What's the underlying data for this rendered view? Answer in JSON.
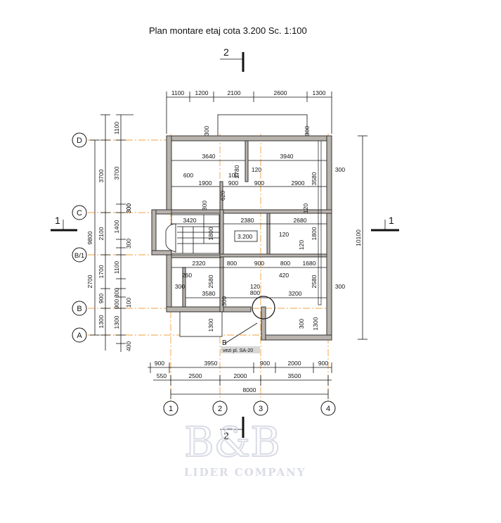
{
  "title": "Plan montare etaj cota 3.200 Sc. 1:100",
  "section_marks": {
    "top": "2",
    "bottom": "2",
    "left": "1",
    "right": "1"
  },
  "axes_letters": [
    "D",
    "C",
    "B/1",
    "B",
    "A"
  ],
  "axes_numbers": [
    "1",
    "2",
    "3",
    "4"
  ],
  "top_dims": [
    "1100",
    "1200",
    "2100",
    "2600",
    "1300"
  ],
  "bottom_dims_row1": [
    "900",
    "3950",
    "900",
    "2000",
    "900"
  ],
  "bottom_dims_row2": [
    "2500",
    "2000",
    "3500"
  ],
  "bottom_dims_offset": "550",
  "total_bottom": "8000",
  "left_outer": [
    "1100",
    "3700",
    "2100",
    "1700",
    "900",
    "1300"
  ],
  "left_outer_total": "9800",
  "left_inner": [
    "3700",
    "300",
    "1400",
    "300",
    "1100",
    "300",
    "100",
    "900",
    "1300",
    "400"
  ],
  "left_extra": [
    "2700"
  ],
  "right_total": "10100",
  "level": "3.200",
  "callout": {
    "letter": "B",
    "note": "vezi pl. SA-20"
  },
  "interior_dims": [
    "300",
    "300",
    "3640",
    "3940",
    "2780",
    "120",
    "300",
    "600",
    "100",
    "1900",
    "900",
    "900",
    "2900",
    "3580",
    "620",
    "300",
    "300",
    "120",
    "3420",
    "2380",
    "2680",
    "1800",
    "120",
    "1800",
    "120",
    "2320",
    "800",
    "900",
    "800",
    "1680",
    "260",
    "420",
    "300",
    "3580",
    "2580",
    "120",
    "2580",
    "300",
    "800",
    "3200",
    "300",
    "1300",
    "1300",
    "300"
  ],
  "watermark": {
    "mark": "B&B",
    "text": "LIDER COMPANY"
  },
  "colors": {
    "wall": "#b9b3ad",
    "axis": "#f0a040",
    "line": "#111111"
  }
}
